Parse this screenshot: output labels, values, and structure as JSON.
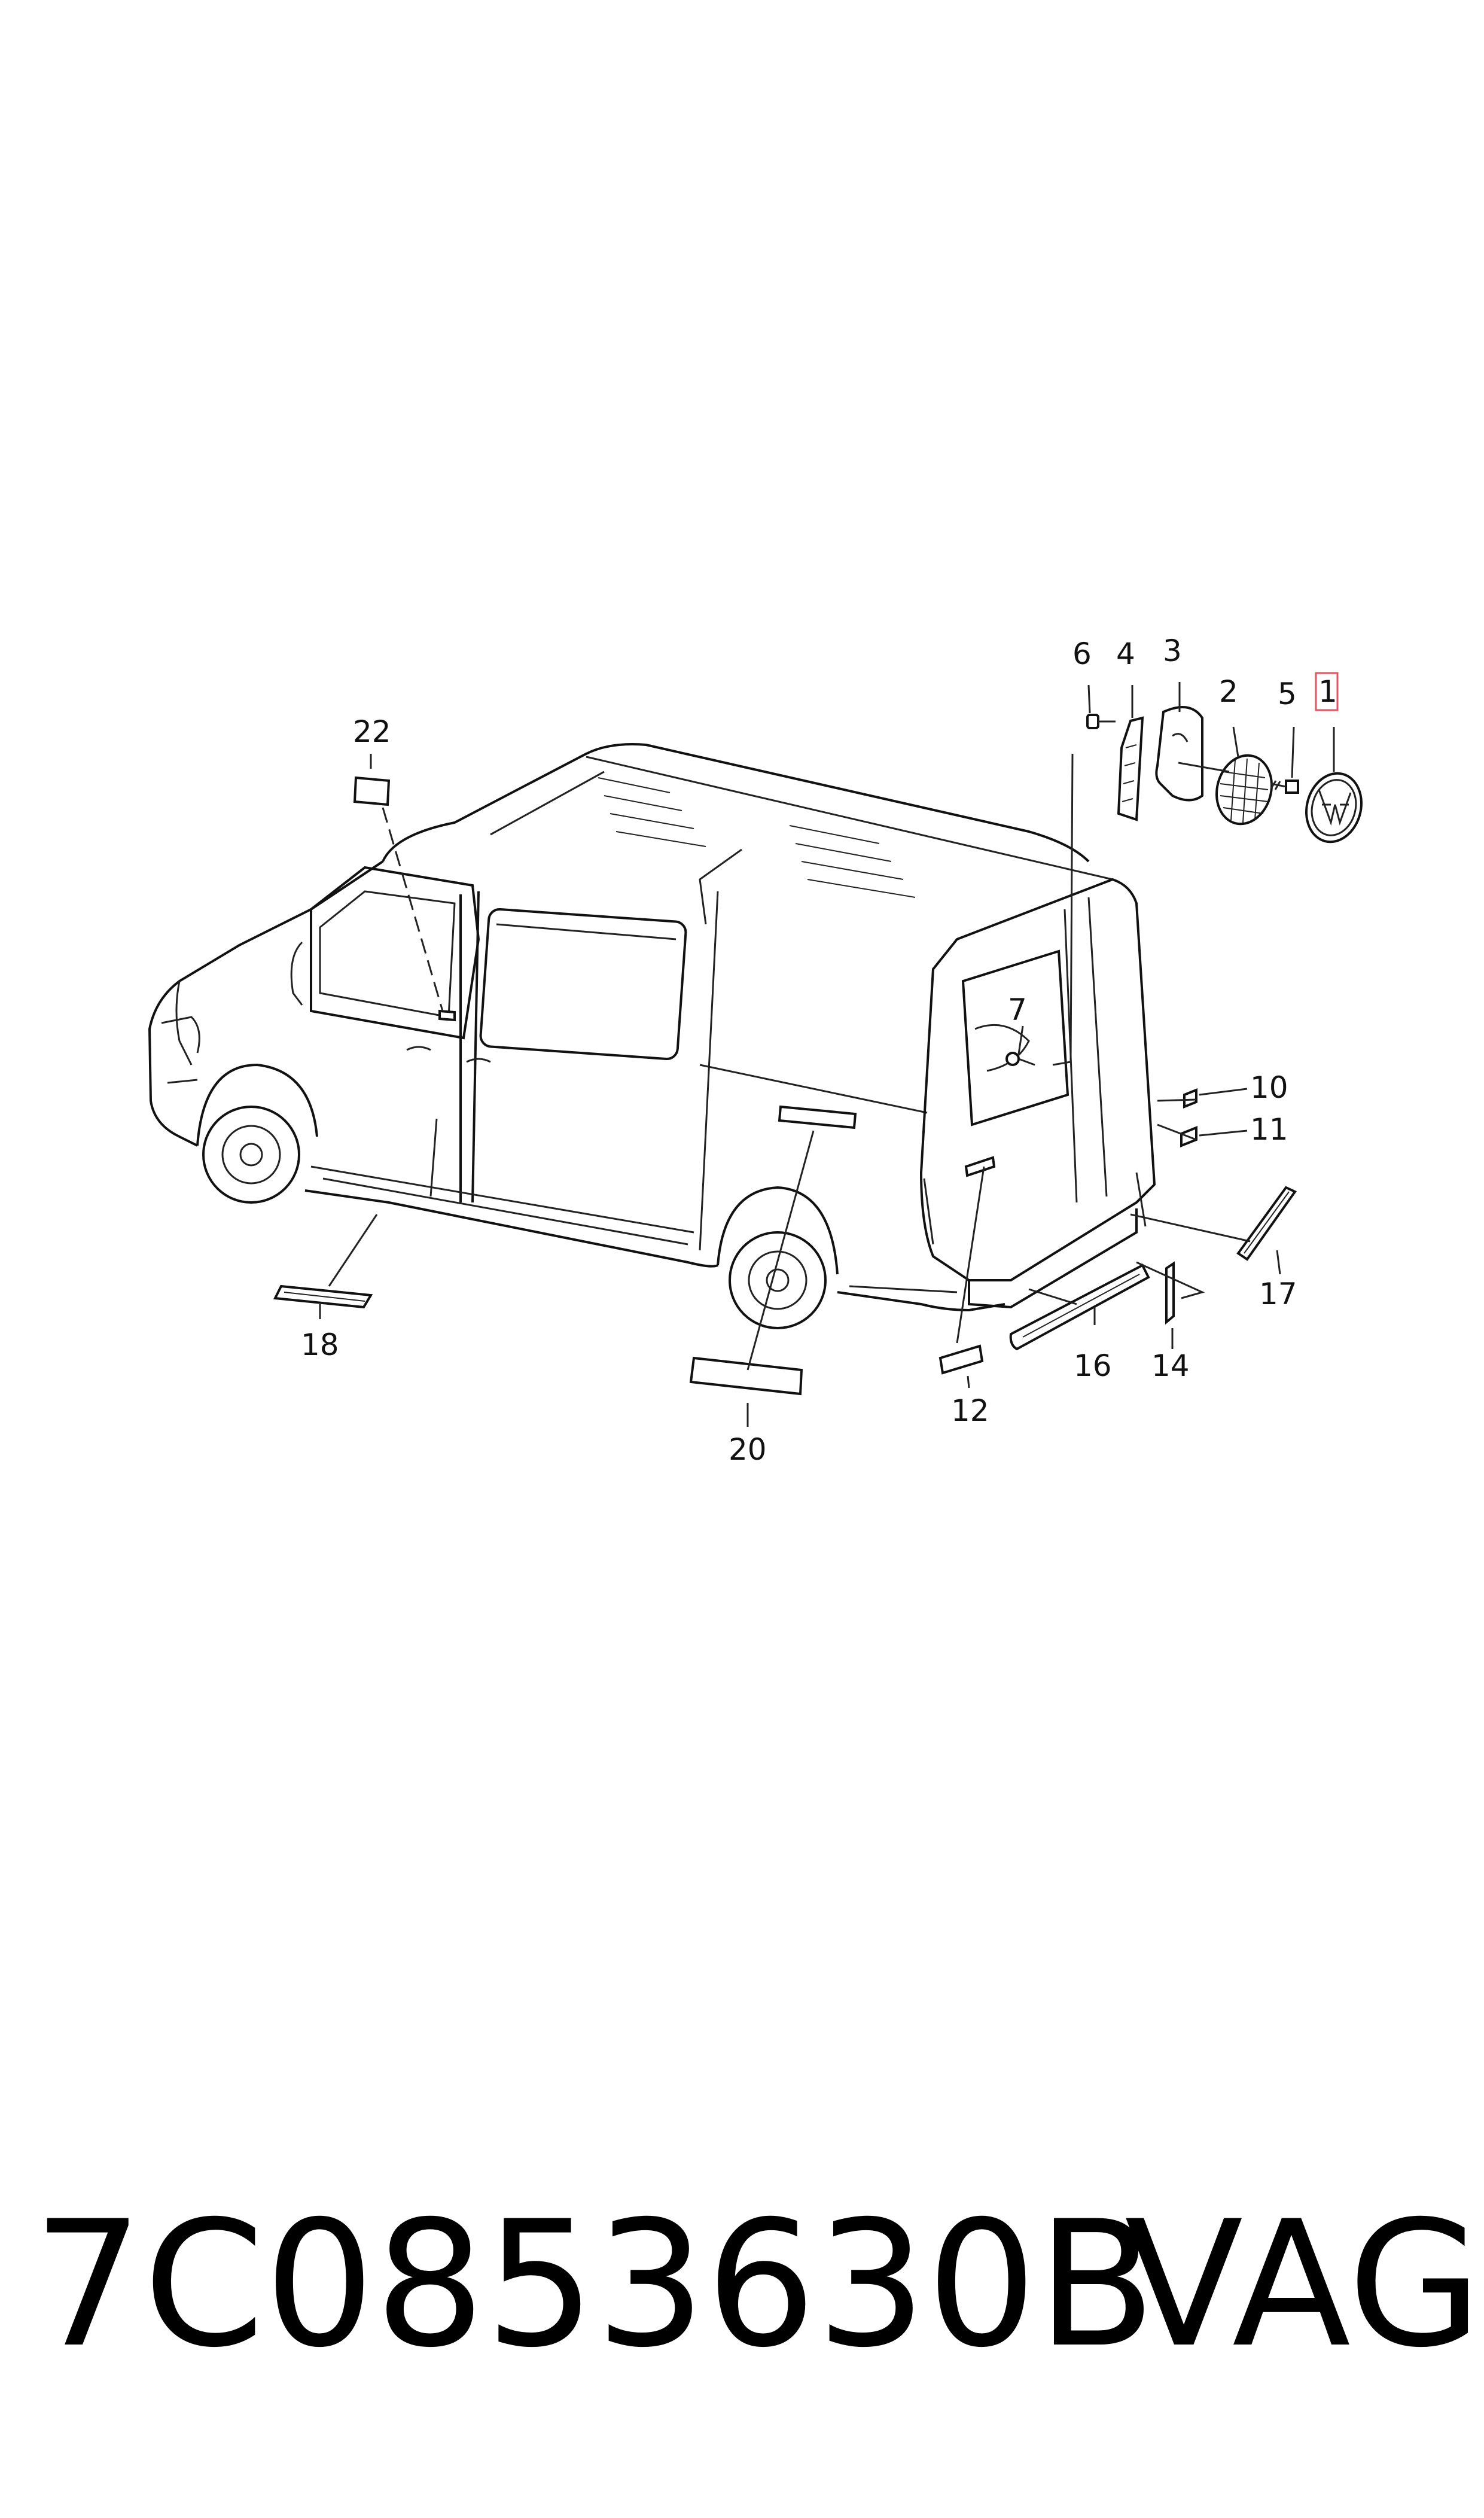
{
  "diagram": {
    "callouts": [
      {
        "id": "1",
        "label": "1",
        "highlighted": true
      },
      {
        "id": "2",
        "label": "2"
      },
      {
        "id": "3",
        "label": "3"
      },
      {
        "id": "4",
        "label": "4"
      },
      {
        "id": "5",
        "label": "5"
      },
      {
        "id": "6",
        "label": "6"
      },
      {
        "id": "7",
        "label": "7"
      },
      {
        "id": "10",
        "label": "10"
      },
      {
        "id": "11",
        "label": "11"
      },
      {
        "id": "12",
        "label": "12"
      },
      {
        "id": "14",
        "label": "14"
      },
      {
        "id": "16",
        "label": "16"
      },
      {
        "id": "17",
        "label": "17"
      },
      {
        "id": "18",
        "label": "18"
      },
      {
        "id": "20",
        "label": "20"
      },
      {
        "id": "22",
        "label": "22"
      }
    ],
    "highlight_color": "#e0555f",
    "line_color": "#111111"
  },
  "footer": {
    "part_number": "7C0853630B",
    "brand": "VAG"
  }
}
